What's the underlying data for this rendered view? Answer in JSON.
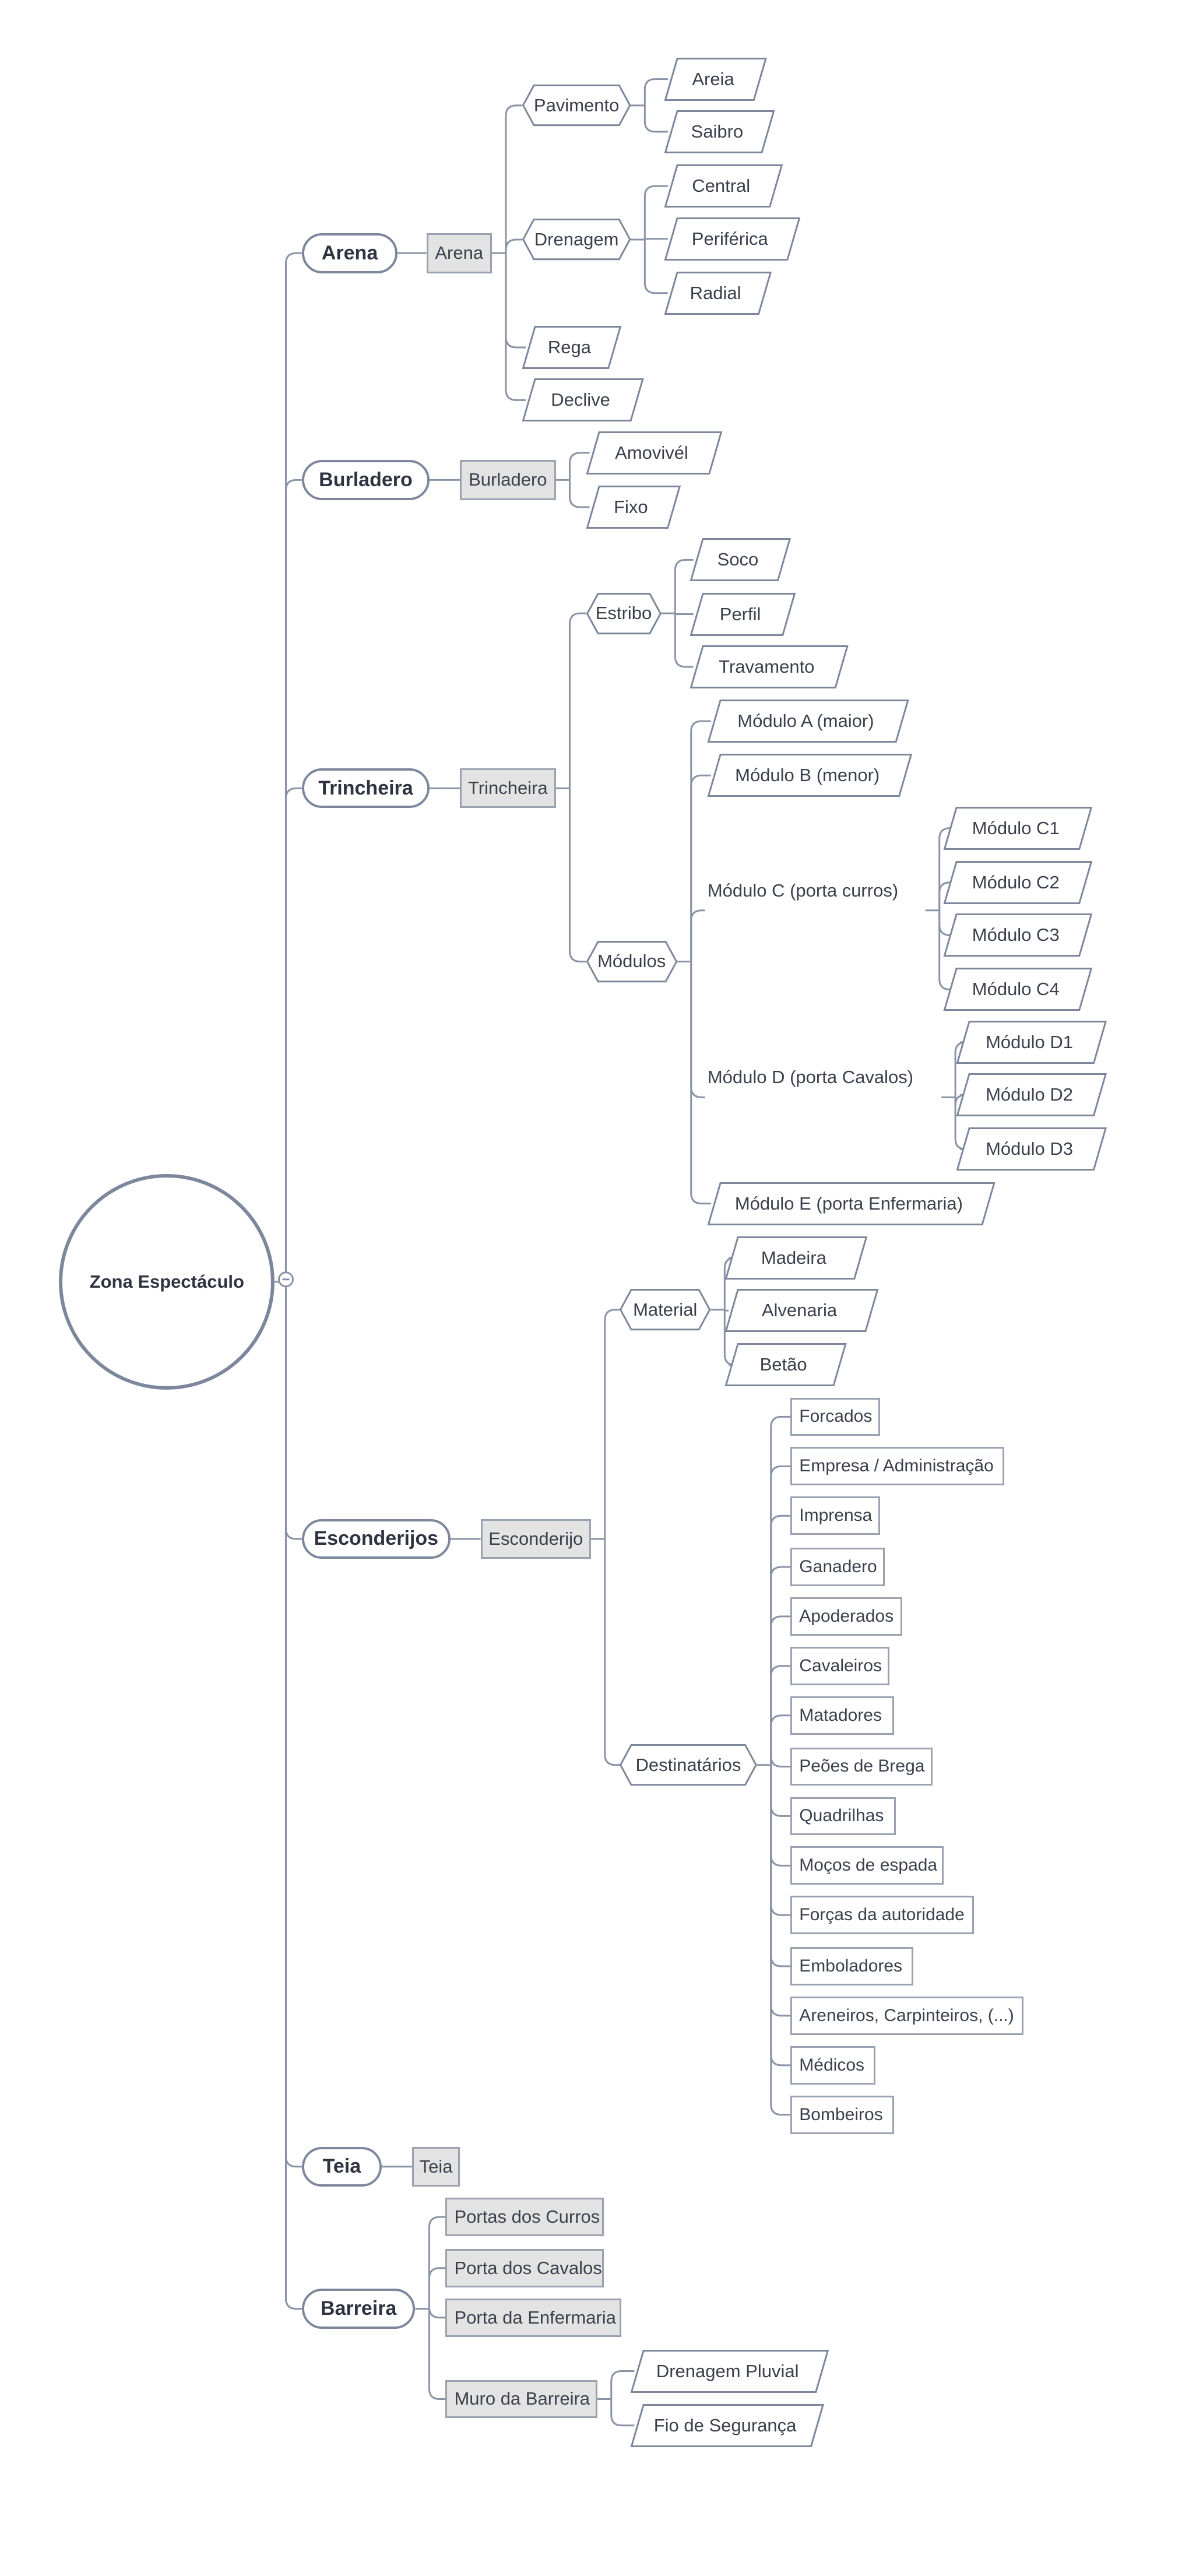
{
  "root": {
    "id": "root",
    "label": "Zona Espectáculo"
  },
  "colors": {
    "line": "#8a93a6",
    "pill_border": "#7d879b",
    "box_fill": "#e3e3e3",
    "box_border": "#9aa2b1"
  },
  "branches": [
    {
      "id": "b-arena",
      "label": "Arena",
      "shape": "pill",
      "parent": "root"
    },
    {
      "id": "a-arena",
      "label": "Arena",
      "shape": "box",
      "parent": "b-arena"
    },
    {
      "id": "pav",
      "label": "Pavimento",
      "shape": "hex",
      "parent": "a-arena"
    },
    {
      "id": "areia",
      "label": "Areia",
      "shape": "para",
      "parent": "pav"
    },
    {
      "id": "saibro",
      "label": "Saibro",
      "shape": "para",
      "parent": "pav"
    },
    {
      "id": "dren",
      "label": "Drenagem",
      "shape": "hex",
      "parent": "a-arena"
    },
    {
      "id": "central",
      "label": "Central",
      "shape": "para",
      "parent": "dren"
    },
    {
      "id": "periferica",
      "label": "Periférica",
      "shape": "para",
      "parent": "dren"
    },
    {
      "id": "radial",
      "label": "Radial",
      "shape": "para",
      "parent": "dren"
    },
    {
      "id": "rega",
      "label": "Rega",
      "shape": "para",
      "parent": "a-arena"
    },
    {
      "id": "declive",
      "label": "Declive",
      "shape": "para",
      "parent": "a-arena"
    },
    {
      "id": "b-burl",
      "label": "Burladero",
      "shape": "pill",
      "parent": "root"
    },
    {
      "id": "a-burl",
      "label": "Burladero",
      "shape": "box",
      "parent": "b-burl"
    },
    {
      "id": "amovivel",
      "label": "Amovivél",
      "shape": "para",
      "parent": "a-burl"
    },
    {
      "id": "fixo",
      "label": "Fixo",
      "shape": "para",
      "parent": "a-burl"
    },
    {
      "id": "b-trin",
      "label": "Trincheira",
      "shape": "pill",
      "parent": "root"
    },
    {
      "id": "a-trin",
      "label": "Trincheira",
      "shape": "box",
      "parent": "b-trin"
    },
    {
      "id": "estribo",
      "label": "Estribo",
      "shape": "hex",
      "parent": "a-trin"
    },
    {
      "id": "soco",
      "label": "Soco",
      "shape": "para",
      "parent": "estribo"
    },
    {
      "id": "perfil",
      "label": "Perfil",
      "shape": "para",
      "parent": "estribo"
    },
    {
      "id": "travamento",
      "label": "Travamento",
      "shape": "para",
      "parent": "estribo"
    },
    {
      "id": "modulos",
      "label": "Módulos",
      "shape": "hex",
      "parent": "a-trin"
    },
    {
      "id": "modA",
      "label": "Módulo A (maior)",
      "shape": "para",
      "parent": "modulos"
    },
    {
      "id": "modB",
      "label": "Módulo B (menor)",
      "shape": "para",
      "parent": "modulos"
    },
    {
      "id": "modC",
      "label": "Módulo C (porta curros)",
      "shape": "plain",
      "parent": "modulos"
    },
    {
      "id": "modC1",
      "label": "Módulo C1",
      "shape": "para",
      "parent": "modC"
    },
    {
      "id": "modC2",
      "label": "Módulo C2",
      "shape": "para",
      "parent": "modC"
    },
    {
      "id": "modC3",
      "label": "Módulo C3",
      "shape": "para",
      "parent": "modC"
    },
    {
      "id": "modC4",
      "label": "Módulo C4",
      "shape": "para",
      "parent": "modC"
    },
    {
      "id": "modD",
      "label": "Módulo D (porta Cavalos)",
      "shape": "plain",
      "parent": "modulos"
    },
    {
      "id": "modD1",
      "label": "Módulo D1",
      "shape": "para",
      "parent": "modD"
    },
    {
      "id": "modD2",
      "label": "Módulo D2",
      "shape": "para",
      "parent": "modD"
    },
    {
      "id": "modD3",
      "label": "Módulo D3",
      "shape": "para",
      "parent": "modD"
    },
    {
      "id": "modE",
      "label": "Módulo E (porta Enfermaria)",
      "shape": "para",
      "parent": "modulos"
    },
    {
      "id": "b-esc",
      "label": "Esconderijos",
      "shape": "pill",
      "parent": "root"
    },
    {
      "id": "a-esc",
      "label": "Esconderijo",
      "shape": "box",
      "parent": "b-esc"
    },
    {
      "id": "material",
      "label": "Material",
      "shape": "hex",
      "parent": "a-esc"
    },
    {
      "id": "madeira",
      "label": "Madeira",
      "shape": "para",
      "parent": "material"
    },
    {
      "id": "alvenaria",
      "label": "Alvenaria",
      "shape": "para",
      "parent": "material"
    },
    {
      "id": "betao",
      "label": "Betão",
      "shape": "para",
      "parent": "material"
    },
    {
      "id": "dest",
      "label": "Destinatários",
      "shape": "hex",
      "parent": "a-esc"
    },
    {
      "id": "d1",
      "label": "Forcados",
      "shape": "wbox",
      "parent": "dest"
    },
    {
      "id": "d2",
      "label": "Empresa / Administração",
      "shape": "wbox",
      "parent": "dest"
    },
    {
      "id": "d3",
      "label": "Imprensa",
      "shape": "wbox",
      "parent": "dest"
    },
    {
      "id": "d4",
      "label": "Ganadero",
      "shape": "wbox",
      "parent": "dest"
    },
    {
      "id": "d5",
      "label": "Apoderados",
      "shape": "wbox",
      "parent": "dest"
    },
    {
      "id": "d6",
      "label": "Cavaleiros",
      "shape": "wbox",
      "parent": "dest"
    },
    {
      "id": "d7",
      "label": "Matadores",
      "shape": "wbox",
      "parent": "dest"
    },
    {
      "id": "d8",
      "label": "Peões de Brega",
      "shape": "wbox",
      "parent": "dest"
    },
    {
      "id": "d9",
      "label": "Quadrilhas",
      "shape": "wbox",
      "parent": "dest"
    },
    {
      "id": "d10",
      "label": "Moços de espada",
      "shape": "wbox",
      "parent": "dest"
    },
    {
      "id": "d11",
      "label": "Forças da autoridade",
      "shape": "wbox",
      "parent": "dest"
    },
    {
      "id": "d12",
      "label": "Emboladores",
      "shape": "wbox",
      "parent": "dest"
    },
    {
      "id": "d13",
      "label": "Areneiros, Carpinteiros, (...)",
      "shape": "wbox",
      "parent": "dest"
    },
    {
      "id": "d14",
      "label": "Médicos",
      "shape": "wbox",
      "parent": "dest"
    },
    {
      "id": "d15",
      "label": "Bombeiros",
      "shape": "wbox",
      "parent": "dest"
    },
    {
      "id": "b-teia",
      "label": "Teia",
      "shape": "pill",
      "parent": "root"
    },
    {
      "id": "a-teia",
      "label": "Teia",
      "shape": "box",
      "parent": "b-teia"
    },
    {
      "id": "b-barr",
      "label": "Barreira",
      "shape": "pill",
      "parent": "root"
    },
    {
      "id": "pcurros",
      "label": "Portas dos Curros",
      "shape": "box",
      "parent": "b-barr"
    },
    {
      "id": "pcavalos",
      "label": "Porta dos Cavalos",
      "shape": "box",
      "parent": "b-barr"
    },
    {
      "id": "penferm",
      "label": "Porta da Enfermaria",
      "shape": "box",
      "parent": "b-barr"
    },
    {
      "id": "muro",
      "label": "Muro da Barreira",
      "shape": "box",
      "parent": "b-barr"
    },
    {
      "id": "drenpluv",
      "label": "Drenagem Pluvial",
      "shape": "para",
      "parent": "muro"
    },
    {
      "id": "fioseg",
      "label": "Fio de Segurança",
      "shape": "para",
      "parent": "muro"
    }
  ]
}
